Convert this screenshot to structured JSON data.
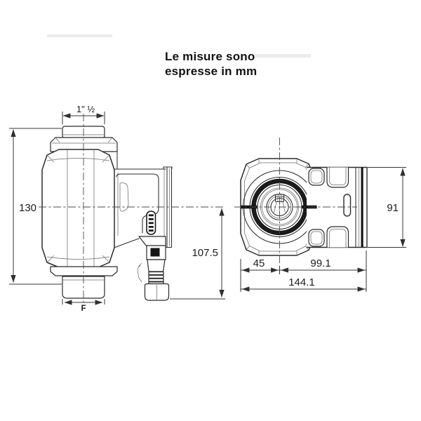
{
  "note": {
    "line1": "Le misure sono",
    "line2": "espresse in mm"
  },
  "side_view": {
    "label": "pump side view",
    "dims": {
      "top_thread": "1\" ½",
      "height": "130",
      "depth_below_axis": "107.5",
      "bottom_thread": "F"
    }
  },
  "front_view": {
    "label": "pump front view",
    "dims": {
      "body_height": "91",
      "axis_to_front": "45",
      "axis_to_back": "99.1",
      "total_depth": "144.1"
    }
  },
  "colors": {
    "line": "#2b2b2b",
    "dimension_text": "#1c1c1c",
    "background": "#ffffff"
  }
}
